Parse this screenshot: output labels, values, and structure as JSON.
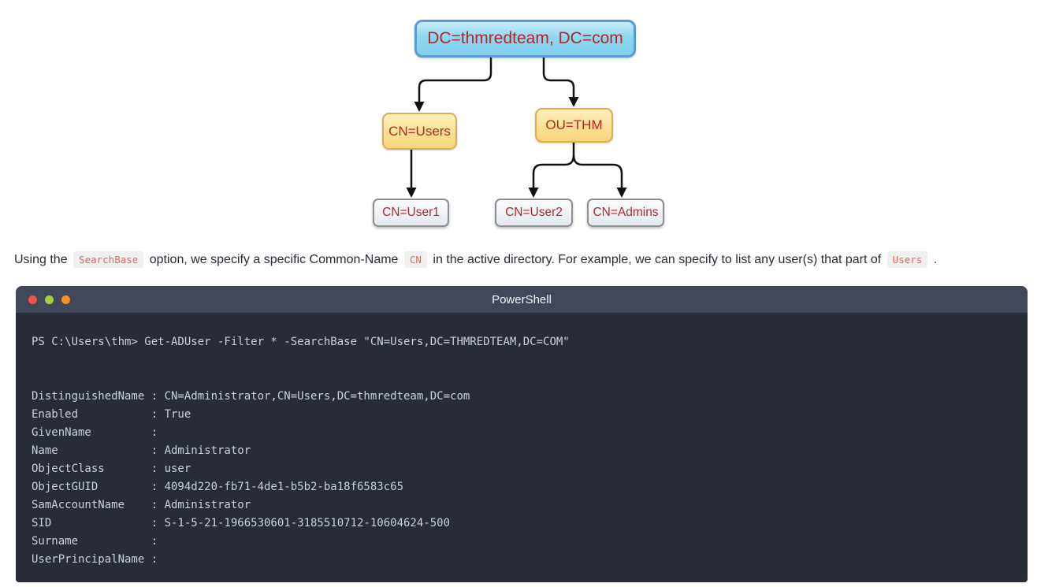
{
  "diagram": {
    "nodes": {
      "root": {
        "label": "DC=thmredteam, DC=com"
      },
      "users": {
        "label": "CN=Users"
      },
      "thm": {
        "label": "OU=THM"
      },
      "user1": {
        "label": "CN=User1"
      },
      "user2": {
        "label": "CN=User2"
      },
      "admins": {
        "label": "CN=Admins"
      }
    },
    "colors": {
      "root_fill": "#8ed7ef",
      "root_border": "#5b9bd5",
      "ou_fill": "#fae193",
      "ou_border": "#ddad4e",
      "leaf_fill": "#eef2f7",
      "leaf_border": "#8e8e8e",
      "label_text": "#b5262b",
      "connector": "#111111"
    }
  },
  "paragraph": {
    "segments": [
      {
        "type": "text",
        "text": "Using the "
      },
      {
        "type": "code",
        "text": "SearchBase"
      },
      {
        "type": "text",
        "text": " option, we specify a specific Common-Name "
      },
      {
        "type": "code",
        "text": "CN"
      },
      {
        "type": "text",
        "text": " in the active directory. For example, we can specify to list any user(s) that part of "
      },
      {
        "type": "code",
        "text": "Users"
      },
      {
        "type": "text",
        "text": " ."
      }
    ]
  },
  "terminal": {
    "title": "PowerShell",
    "window_buttons": [
      {
        "name": "close",
        "color": "#f4514c"
      },
      {
        "name": "minimize",
        "color": "#a6d23c"
      },
      {
        "name": "maximize",
        "color": "#f7941f"
      }
    ],
    "colors": {
      "titlebar_bg": "#414859",
      "body_bg": "#272c38",
      "text": "#c9d1de"
    },
    "lines": [
      "PS C:\\Users\\thm> Get-ADUser -Filter * -SearchBase \"CN=Users,DC=THMREDTEAM,DC=COM\"",
      "",
      "",
      "DistinguishedName : CN=Administrator,CN=Users,DC=thmredteam,DC=com",
      "Enabled           : True",
      "GivenName         :",
      "Name              : Administrator",
      "ObjectClass       : user",
      "ObjectGUID        : 4094d220-fb71-4de1-b5b2-ba18f6583c65",
      "SamAccountName    : Administrator",
      "SID               : S-1-5-21-1966530601-3185510712-10604624-500",
      "Surname           :",
      "UserPrincipalName :"
    ]
  }
}
